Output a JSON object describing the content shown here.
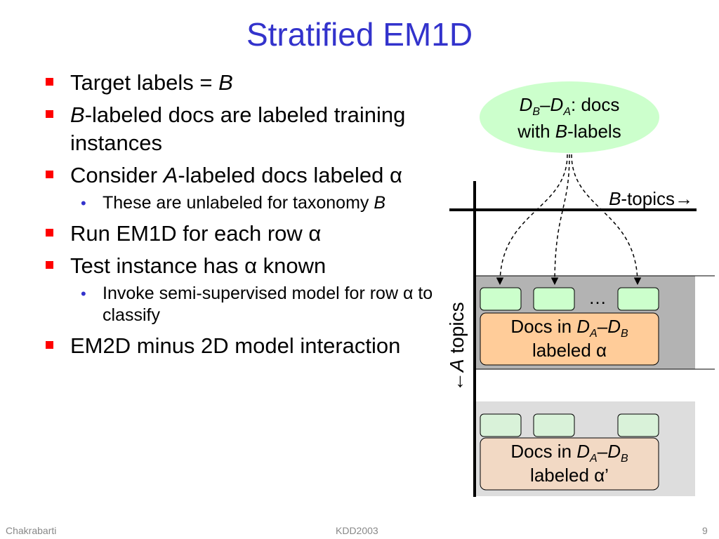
{
  "slide": {
    "title": "Stratified EM1D",
    "bullets": [
      {
        "level": 1,
        "parts": [
          {
            "t": "Target labels = "
          },
          {
            "t": "B",
            "i": true
          }
        ]
      },
      {
        "level": 1,
        "parts": [
          {
            "t": "B",
            "i": true
          },
          {
            "t": "-labeled docs are labeled training instances"
          }
        ]
      },
      {
        "level": 1,
        "parts": [
          {
            "t": "Consider "
          },
          {
            "t": "A",
            "i": true
          },
          {
            "t": "-labeled docs labeled α"
          }
        ]
      },
      {
        "level": 2,
        "parts": [
          {
            "t": "These are unlabeled for taxonomy "
          },
          {
            "t": "B",
            "i": true
          }
        ]
      },
      {
        "level": 1,
        "parts": [
          {
            "t": "Run EM1D for each row α"
          }
        ]
      },
      {
        "level": 1,
        "parts": [
          {
            "t": "Test instance has α known"
          }
        ]
      },
      {
        "level": 2,
        "parts": [
          {
            "t": "Invoke semi-supervised model for row α to classify"
          }
        ]
      },
      {
        "level": 1,
        "parts": [
          {
            "t": "EM2D minus 2D model interaction"
          }
        ]
      }
    ]
  },
  "diagram": {
    "callout": {
      "line1_d1": "D",
      "line1_s1": "B",
      "line1_dash": "–",
      "line1_d2": "D",
      "line1_s2": "A",
      "line1_rest": ": docs",
      "line2_pre": "with ",
      "line2_b": "B",
      "line2_rest": "-labels"
    },
    "b_topics": {
      "b": "B",
      "rest": "-topics→"
    },
    "a_topics": {
      "arrow": "←",
      "a": "A",
      "rest": " topics"
    },
    "ellipsis": "…",
    "row1": {
      "pre": "Docs in ",
      "d1": "D",
      "s1": "A",
      "dash": "–",
      "d2": "D",
      "s2": "B",
      "label": "labeled α"
    },
    "row2": {
      "pre": "Docs in ",
      "d1": "D",
      "s1": "A",
      "dash": "–",
      "d2": "D",
      "s2": "B",
      "label": "labeled α’"
    },
    "colors": {
      "callout_fill": "#ccffcc",
      "row1_bg": "#b3b3b3",
      "row2_bg": "#dddddd",
      "row1_box": "#ffcc99",
      "row2_box": "#f2d9c4",
      "green_box": "#ccffcc",
      "pale_green_box": "#d9f2d9"
    }
  },
  "footer": {
    "left": "Chakrabarti",
    "center": "KDD2003",
    "right": "9"
  }
}
